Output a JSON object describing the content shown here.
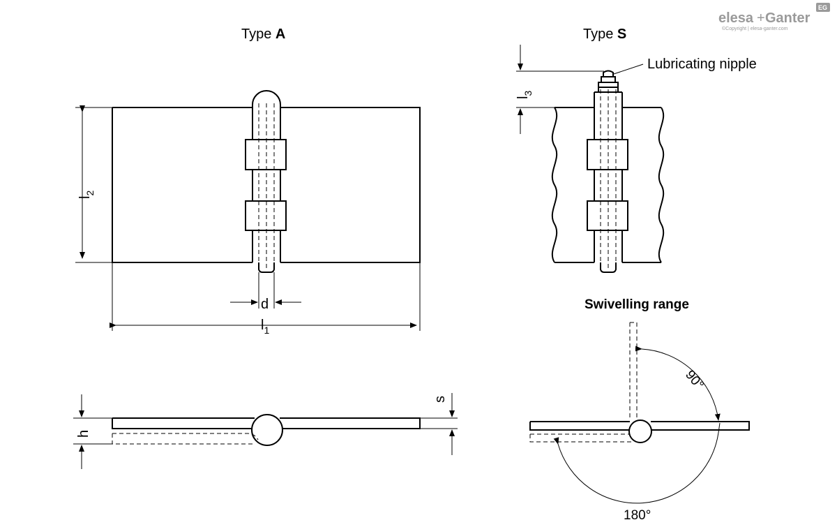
{
  "brand": {
    "name_part1": "elesa",
    "plus": "+",
    "name_part2": "Ganter",
    "badge": "EG",
    "copyright": "©Copyright | elesa-ganter.com"
  },
  "type_a": {
    "title_prefix": "Type ",
    "title_letter": "A"
  },
  "type_s": {
    "title_prefix": "Type ",
    "title_letter": "S",
    "callout": "Lubricating nipple"
  },
  "dimensions": {
    "l1": "l",
    "l1_sub": "1",
    "l2": "l",
    "l2_sub": "2",
    "l3": "l",
    "l3_sub": "3",
    "d": "d",
    "h": "h",
    "s": "s"
  },
  "swivel": {
    "title": "Swivelling range",
    "angle_90": "90°",
    "angle_180": "180°"
  }
}
